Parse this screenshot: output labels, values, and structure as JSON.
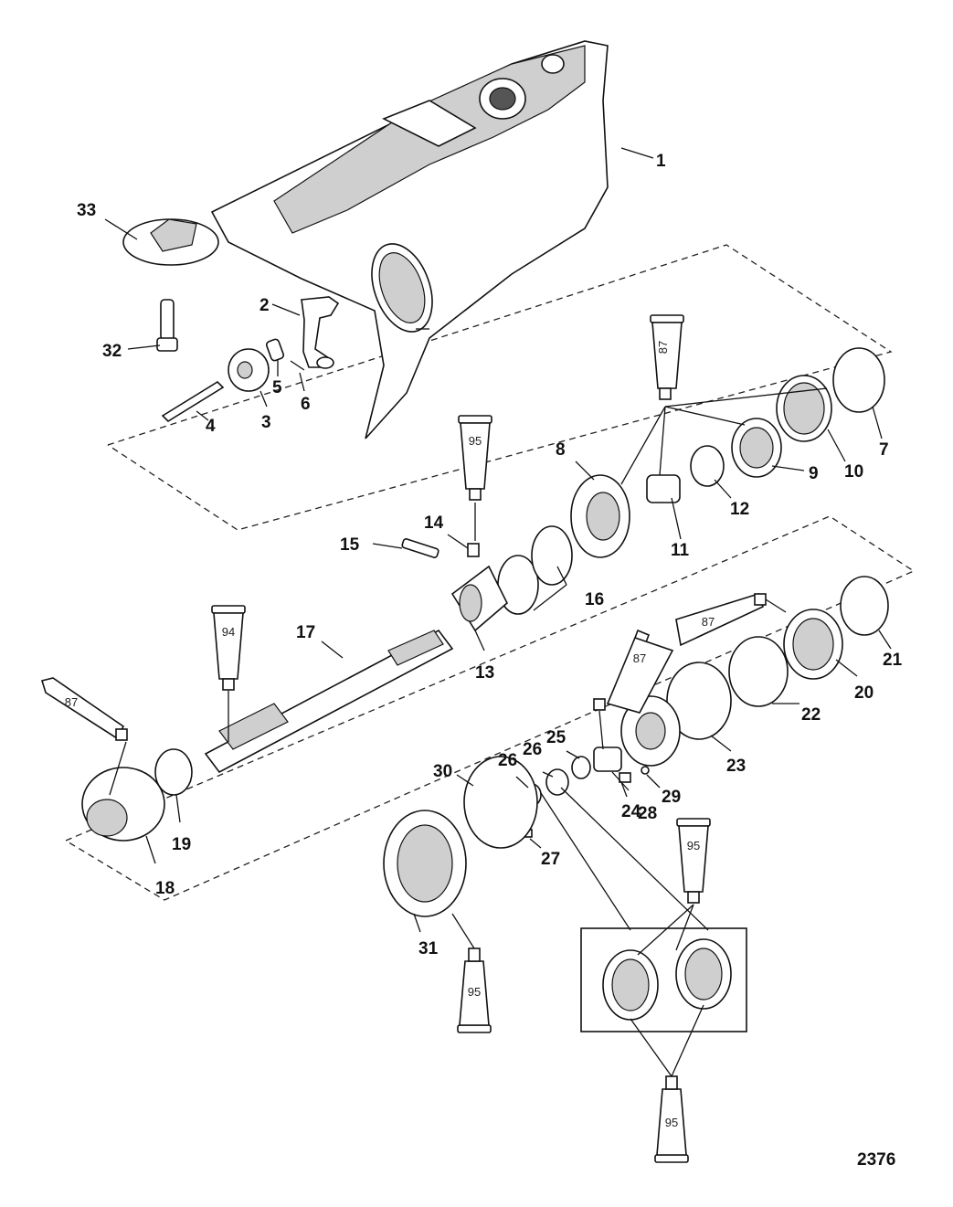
{
  "figure_number": "2376",
  "callouts": {
    "p1": "1",
    "p2": "2",
    "p3": "3",
    "p4": "4",
    "p5": "5",
    "p6": "6",
    "p7": "7",
    "p8": "8",
    "p9": "9",
    "p10": "10",
    "p11": "11",
    "p12": "12",
    "p13": "13",
    "p14": "14",
    "p15": "15",
    "p16": "16",
    "p17": "17",
    "p18": "18",
    "p19": "19",
    "p20": "20",
    "p21": "21",
    "p22": "22",
    "p23": "23",
    "p24": "24",
    "p25": "25",
    "p26a": "26",
    "p26b": "26",
    "p27": "27",
    "p28": "28",
    "p29": "29",
    "p30": "30",
    "p31": "31",
    "p32": "32",
    "p33": "33"
  },
  "lubricant_tubes": {
    "t87_top": "87",
    "t95_mid": "95",
    "t94": "94",
    "t87_left": "87",
    "t87_right": "87",
    "t87_center": "87",
    "t95_right": "95",
    "t95_bottom": "95",
    "t95_lower": "95"
  },
  "colors": {
    "line": "#111111",
    "shade": "#cfcfcf",
    "background": "#ffffff"
  }
}
